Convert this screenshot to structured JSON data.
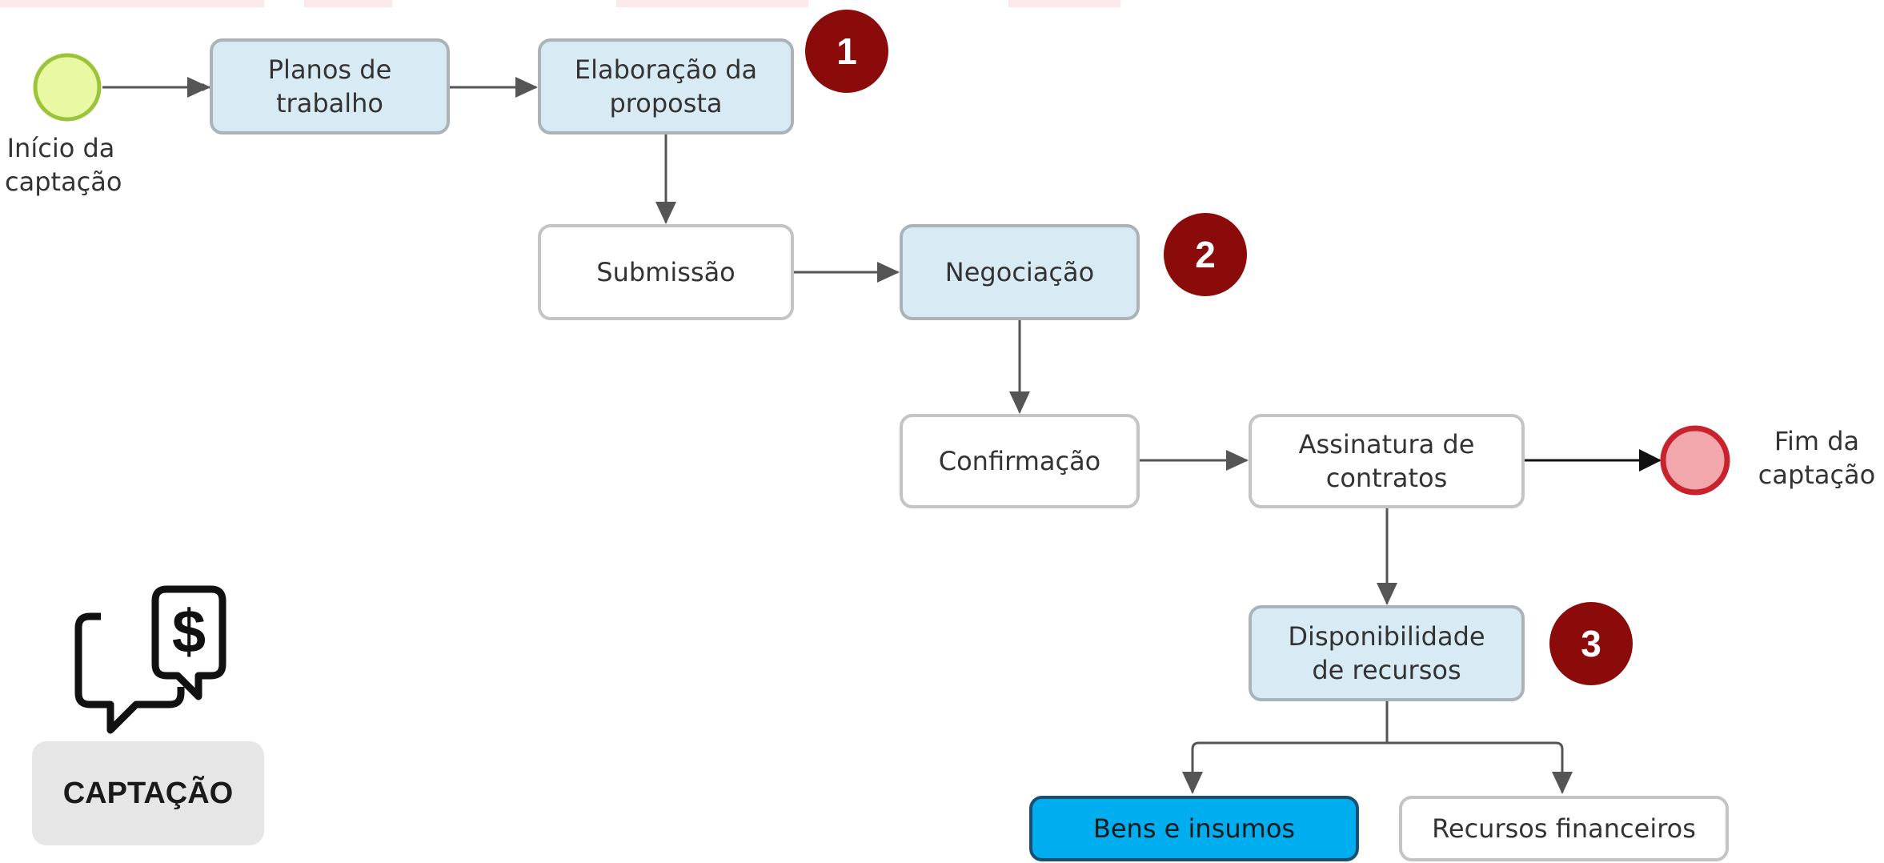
{
  "colors": {
    "arrow": "#555555",
    "highlight_fill": "#d8eaf3",
    "active_fill": "#00aeef",
    "start_fill": "#e9f8a3",
    "start_stroke": "#9bc43a",
    "end_fill": "#f2a7ad",
    "end_stroke": "#c8232d",
    "marker": "#8b0b0b"
  },
  "events": {
    "start_label": "Início da\ncaptação",
    "end_label": "Fim da\ncaptação"
  },
  "steps": {
    "planos": "Planos de\ntrabalho",
    "elaboracao": "Elaboração da\nproposta",
    "submissao": "Submissão",
    "negociacao": "Negociação",
    "confirmacao": "Confirmação",
    "assinatura": "Assinatura de\ncontratos",
    "disponibilidade": "Disponibilidade\nde recursos",
    "bens": "Bens e insumos",
    "recursos": "Recursos financeiros"
  },
  "markers": [
    "1",
    "2",
    "3"
  ],
  "title_card": {
    "icon": "money-chat-icon",
    "label": "CAPTAÇÃO"
  }
}
